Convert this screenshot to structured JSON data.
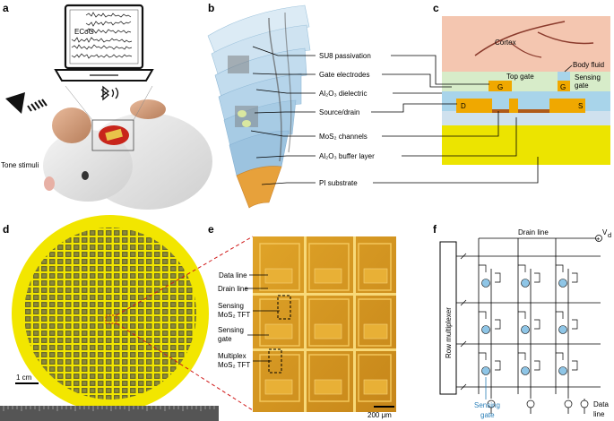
{
  "panel_labels": [
    "a",
    "b",
    "c",
    "d",
    "e",
    "f"
  ],
  "panel_a": {
    "screen_label": "ECoG",
    "stimulus_label": "Tone stimuli"
  },
  "panel_b": {
    "layers": [
      "SU8 passivation",
      "Gate electrodes",
      "Al₂O₃ dielectric",
      "Source/drain",
      "MoS₂ channels",
      "Al₂O₃ buffer layer",
      "PI substrate"
    ]
  },
  "panel_c": {
    "cortex": "Cortex",
    "top_gate": "Top gate",
    "body_fluid": "Body fluid",
    "sensing_gate": "Sensing gate",
    "g1": "G",
    "g2": "G",
    "d": "D",
    "s": "S"
  },
  "panel_d": {
    "scale_bar": "1 cm"
  },
  "panel_e": {
    "labels": [
      "Data line",
      "Drain line",
      "Sensing MoS₂ TFT",
      "Sensing gate",
      "Multiplex MoS₂ TFT"
    ],
    "scale_bar": "200 μm"
  },
  "panel_f": {
    "drain_line": "Drain line",
    "vd": "V",
    "vd_sub": "d",
    "row_multiplexer": "Row multiplexer",
    "sensing_gate": "Sensing gate",
    "data_line": "Data line"
  },
  "colors": {
    "wafer_yellow": "#f2e600",
    "substrate_orange": "#e9a23a",
    "cortex_pink": "#f4c6b0",
    "fluid_green": "#d7ecc9",
    "dielectric_blue": "#a8d4ea",
    "gold_contact": "#f0a800",
    "micro_gold": "#d79a1e",
    "sensing_circle": "#8ec5e6"
  }
}
